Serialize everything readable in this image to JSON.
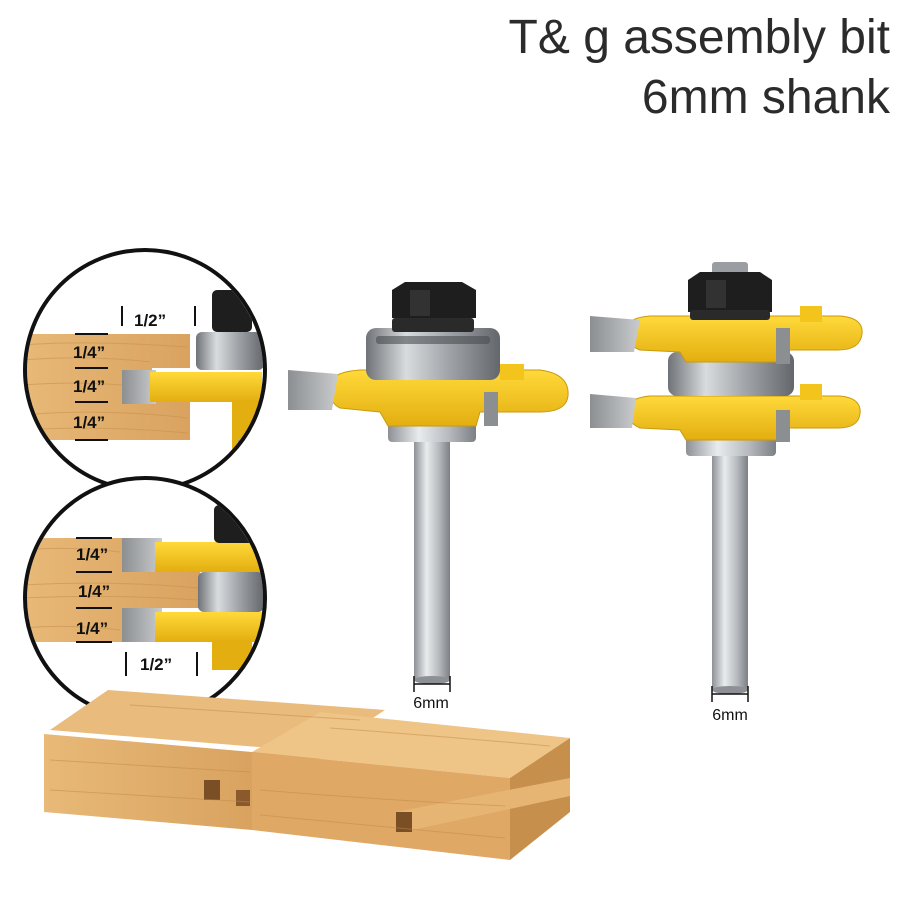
{
  "header": {
    "title_line1": "T& g assembly bit",
    "title_line2": "6mm shank"
  },
  "detail_top": {
    "width_label": "1/2”",
    "thickness_labels": [
      "1/4”",
      "1/4”",
      "1/4”"
    ]
  },
  "detail_bottom": {
    "width_label": "1/2”",
    "thickness_labels": [
      "1/4”",
      "1/4”",
      "1/4”"
    ]
  },
  "bit_left": {
    "shank_label": "6mm"
  },
  "bit_right": {
    "shank_label": "6mm"
  },
  "colors": {
    "cutter_yellow": "#f2c41c",
    "wood": "#dfae6c",
    "steel": "#b8bcbf",
    "nut": "#1e1e1e"
  }
}
